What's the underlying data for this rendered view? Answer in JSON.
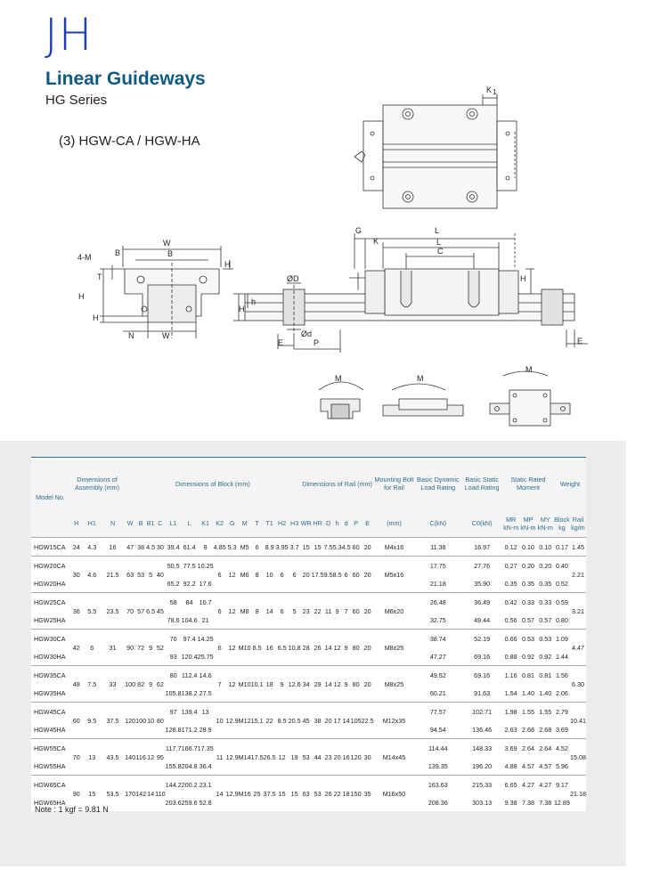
{
  "brand": "JH",
  "title": "Linear Guideways",
  "series": "HG Series",
  "section": "(3) HGW-CA / HGW-HA",
  "colors": {
    "brand_blue": "#1f3fb0",
    "title_blue": "#0f5a84",
    "header_blue": "#2e6b8e"
  },
  "diagram_labels": {
    "K1": "K",
    "W": "W",
    "B": "B",
    "B1": "B",
    "H2": "H",
    "four_M": "4-M",
    "T": "T",
    "T1": "T",
    "H": "H",
    "H1": "H",
    "N": "N",
    "WR": "W",
    "G": "G",
    "L": "L",
    "K2": "K",
    "L1": "L",
    "C": "C",
    "H3": "H",
    "HR": "H",
    "h": "h",
    "phiD": "ØD",
    "phid": "Ød",
    "E": "E",
    "P": "P",
    "MR": "M",
    "MP": "M",
    "MY": "M"
  },
  "table": {
    "headers": {
      "model": "Model No.",
      "assembly": "Dimensions of Assembly (mm)",
      "block": "Dimensions of Block (mm)",
      "rail": "Dimensions of Rail (mm)",
      "bolt": "Mounting Bolt for Rail",
      "dyn": "Basic Dynamic Load Rating",
      "stat": "Basic Static Load Rating",
      "moment": "Static Rated Moment",
      "weight": "Weight",
      "sub": [
        "H",
        "H1",
        "N",
        "W",
        "B",
        "B1",
        "C",
        "L1",
        "L",
        "K1",
        "K2",
        "G",
        "M",
        "T",
        "T1",
        "H2",
        "H3",
        "WR",
        "HR",
        "D",
        "h",
        "d",
        "P",
        "E",
        "(mm)",
        "C(kN)",
        "C0(kN)",
        "MR",
        "MP",
        "MY",
        "Block",
        "Rail"
      ],
      "units": [
        "kN-m",
        "kN-m",
        "kN-m",
        "kg",
        "kg/m"
      ]
    },
    "rows": [
      [
        "HGW15CA",
        "24",
        "4.3",
        "16",
        "47",
        "38",
        "4.5",
        "30",
        "39.4",
        "61.4",
        "8",
        "4.85",
        "5.3",
        "M5",
        "6",
        "8.9",
        "3.95",
        "3.7",
        "15",
        "15",
        "7.5",
        "5.3",
        "4.5",
        "60",
        "20",
        "M4x16",
        "11.38",
        "16.97",
        "0.12",
        "0.10",
        "0.10",
        "0.17",
        "1.45"
      ],
      [
        "HGW20CA",
        "30",
        "4.6",
        "21.5",
        "63",
        "53",
        "5",
        "40",
        "50.5",
        "77.5",
        "10.25",
        "6",
        "12",
        "M6",
        "8",
        "10",
        "6",
        "6",
        "20",
        "17.5",
        "9.5",
        "8.5",
        "6",
        "60",
        "20",
        "M5x16",
        "17.75",
        "27.76",
        "0.27",
        "0.20",
        "0.20",
        "0.40",
        "2.21"
      ],
      [
        "HGW20HA",
        "",
        "",
        "",
        "",
        "",
        "",
        "",
        "65.2",
        "92.2",
        "17.6",
        "",
        "",
        "",
        "",
        "",
        "",
        "",
        "",
        "",
        "",
        "",
        "",
        "",
        "",
        "",
        "21.18",
        "35.90",
        "0.35",
        "0.35",
        "0.35",
        "0.52",
        ""
      ],
      [
        "HGW25CA",
        "36",
        "5.5",
        "23.5",
        "70",
        "57",
        "6.5",
        "45",
        "58",
        "84",
        "10.7",
        "6",
        "12",
        "M8",
        "8",
        "14",
        "6",
        "5",
        "23",
        "22",
        "11",
        "9",
        "7",
        "60",
        "20",
        "M6x20",
        "26.48",
        "36.49",
        "0.42",
        "0.33",
        "0.33",
        "0.59",
        "3.21"
      ],
      [
        "HGW25HA",
        "",
        "",
        "",
        "",
        "",
        "",
        "",
        "78.6",
        "104.6",
        "21",
        "",
        "",
        "",
        "",
        "",
        "",
        "",
        "",
        "",
        "",
        "",
        "",
        "",
        "",
        "",
        "32.75",
        "49.44",
        "0.56",
        "0.57",
        "0.57",
        "0.80",
        ""
      ],
      [
        "HGW30CA",
        "42",
        "6",
        "31",
        "90",
        "72",
        "9",
        "52",
        "70",
        "97.4",
        "14.25",
        "6",
        "12",
        "M10",
        "8.5",
        "16",
        "6.5",
        "10.8",
        "28",
        "26",
        "14",
        "12",
        "9",
        "80",
        "20",
        "M8x25",
        "38.74",
        "52.19",
        "0.66",
        "0.53",
        "0.53",
        "1.09",
        "4.47"
      ],
      [
        "HGW30HA",
        "",
        "",
        "",
        "",
        "",
        "",
        "",
        "93",
        "120.4",
        "25.75",
        "",
        "",
        "",
        "",
        "",
        "",
        "",
        "",
        "",
        "",
        "",
        "",
        "",
        "",
        "",
        "47.27",
        "69.16",
        "0.88",
        "0.92",
        "0.92",
        "1.44",
        ""
      ],
      [
        "HGW35CA",
        "48",
        "7.5",
        "33",
        "100",
        "82",
        "9",
        "62",
        "80",
        "112.4",
        "14.6",
        "7",
        "12",
        "M10",
        "10.1",
        "18",
        "9",
        "12.6",
        "34",
        "29",
        "14",
        "12",
        "9",
        "80",
        "20",
        "M8x25",
        "49.52",
        "69.16",
        "1.16",
        "0.81",
        "0.81",
        "1.56",
        "6.30"
      ],
      [
        "HGW35HA",
        "",
        "",
        "",
        "",
        "",
        "",
        "",
        "105.8",
        "138.2",
        "27.5",
        "",
        "",
        "",
        "",
        "",
        "",
        "",
        "",
        "",
        "",
        "",
        "",
        "",
        "",
        "",
        "60.21",
        "91.63",
        "1.54",
        "1.40",
        "1.40",
        "2.06",
        ""
      ],
      [
        "HGW45CA",
        "60",
        "9.5",
        "37.5",
        "120",
        "100",
        "10",
        "80",
        "97",
        "139.4",
        "13",
        "10",
        "12.9",
        "M12",
        "15.1",
        "22",
        "8.5",
        "20.5",
        "45",
        "38",
        "20",
        "17",
        "14",
        "105",
        "22.5",
        "M12x35",
        "77.57",
        "102.71",
        "1.98",
        "1.55",
        "1.55",
        "2.79",
        "10.41"
      ],
      [
        "HGW45HA",
        "",
        "",
        "",
        "",
        "",
        "",
        "",
        "128.8",
        "171.2",
        "28.9",
        "",
        "",
        "",
        "",
        "",
        "",
        "",
        "",
        "",
        "",
        "",
        "",
        "",
        "",
        "",
        "94.54",
        "136.46",
        "2.63",
        "2.68",
        "2.68",
        "3.69",
        ""
      ],
      [
        "HGW55CA",
        "70",
        "13",
        "43.5",
        "140",
        "116",
        "12",
        "95",
        "117.7",
        "166.7",
        "17.35",
        "11",
        "12.9",
        "M14",
        "17.5",
        "26.5",
        "12",
        "19",
        "53",
        "44",
        "23",
        "20",
        "16",
        "120",
        "30",
        "M14x45",
        "114.44",
        "148.33",
        "3.69",
        "2.64",
        "2.64",
        "4.52",
        "15.08"
      ],
      [
        "HGW55HA",
        "",
        "",
        "",
        "",
        "",
        "",
        "",
        "155.8",
        "204.8",
        "36.4",
        "",
        "",
        "",
        "",
        "",
        "",
        "",
        "",
        "",
        "",
        "",
        "",
        "",
        "",
        "",
        "139.35",
        "196.20",
        "4.88",
        "4.57",
        "4.57",
        "5.96",
        ""
      ],
      [
        "HGW65CA",
        "90",
        "15",
        "53.5",
        "170",
        "142",
        "14",
        "110",
        "144.2",
        "200.2",
        "23.1",
        "14",
        "12.9",
        "M16",
        "25",
        "37.5",
        "15",
        "15",
        "63",
        "53",
        "26",
        "22",
        "18",
        "150",
        "35",
        "M16x50",
        "163.63",
        "215.33",
        "6.65",
        "4.27",
        "4.27",
        "9.17",
        "21.18"
      ],
      [
        "HGW65HA",
        "",
        "",
        "",
        "",
        "",
        "",
        "",
        "203.6",
        "259.6",
        "52.8",
        "",
        "",
        "",
        "",
        "",
        "",
        "",
        "",
        "",
        "",
        "",
        "",
        "",
        "",
        "",
        "208.36",
        "303.13",
        "9.38",
        "7.38",
        "7.38",
        "12.89",
        ""
      ]
    ]
  },
  "note": "Note : 1 kgf = 9.81 N"
}
